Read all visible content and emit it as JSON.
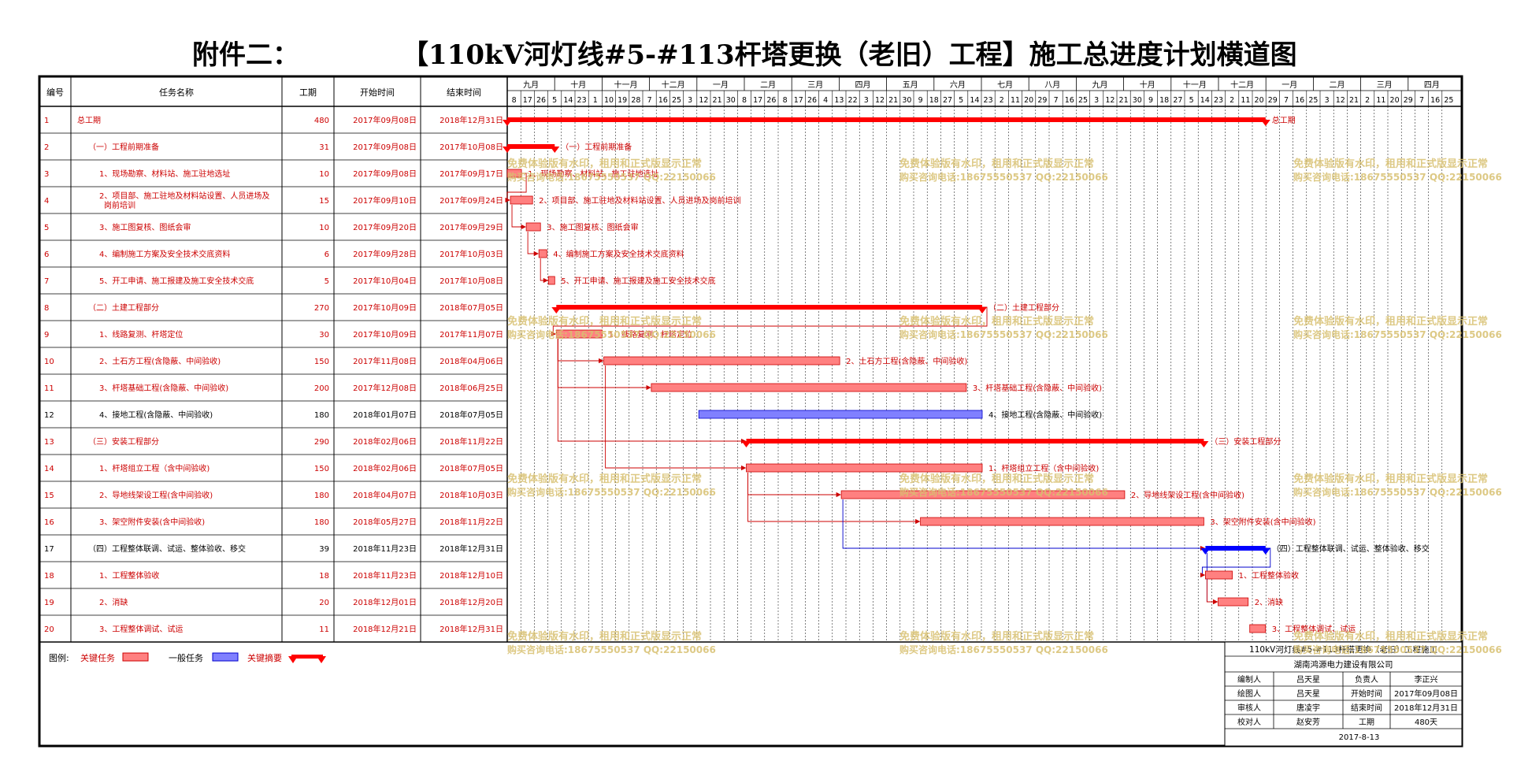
{
  "header": {
    "prefix": "附件二：",
    "title": "【110kV河灯线#5-#113杆塔更换（老旧）工程】施工总进度计划横道图"
  },
  "table": {
    "columns": [
      "编号",
      "任务名称",
      "工期",
      "开始时间",
      "结束时间"
    ]
  },
  "timeline": {
    "months": [
      "九月",
      "十月",
      "十一月",
      "十二月",
      "一月",
      "二月",
      "三月",
      "四月",
      "五月",
      "六月",
      "七月",
      "八月",
      "九月",
      "十月",
      "十一月",
      "十二月",
      "一月",
      "二月",
      "三月",
      "四月"
    ],
    "days": [
      "8",
      "17",
      "26",
      "5",
      "14",
      "23",
      "1",
      "10",
      "19",
      "28",
      "7",
      "16",
      "25",
      "3",
      "12",
      "21",
      "30",
      "8",
      "17",
      "26",
      "8",
      "17",
      "26",
      "4",
      "13",
      "22",
      "3",
      "12",
      "21",
      "30",
      "9",
      "18",
      "27",
      "5",
      "14",
      "23",
      "2",
      "11",
      "20",
      "29",
      "7",
      "16",
      "25",
      "3",
      "12",
      "21",
      "30",
      "9",
      "18",
      "27",
      "5",
      "14",
      "23",
      "2",
      "11",
      "20",
      "29",
      "7",
      "16",
      "25",
      "3",
      "12",
      "21",
      "2",
      "11",
      "20",
      "29",
      "7",
      "16",
      "25"
    ]
  },
  "colors": {
    "critical": "#ff0000",
    "critical_bar": "#ff8080",
    "general_bar": "#8080ff",
    "general_summary": "#0000ff",
    "watermark": "#d8c070"
  },
  "chart_data": {
    "type": "gantt",
    "x_axis": {
      "start": "2017-09-08",
      "end": "2019-04-30"
    },
    "tasks": [
      {
        "id": "1",
        "name": "总工期",
        "duration": "480",
        "start": "2017年09月08日",
        "end": "2018年12月31日",
        "bar_start": "2017-09-08",
        "bar_end": "2018-12-31",
        "kind": "summary",
        "critical": true,
        "label": "总工期",
        "indent": 0
      },
      {
        "id": "2",
        "name": "（一）工程前期准备",
        "duration": "31",
        "start": "2017年09月08日",
        "end": "2017年10月08日",
        "bar_start": "2017-09-08",
        "bar_end": "2017-10-08",
        "kind": "summary",
        "critical": true,
        "label": "（一）工程前期准备",
        "indent": 1
      },
      {
        "id": "3",
        "name": "1、现场勘察、材料站、施工驻地选址",
        "duration": "10",
        "start": "2017年09月08日",
        "end": "2017年09月17日",
        "bar_start": "2017-09-08",
        "bar_end": "2017-09-17",
        "kind": "task",
        "critical": true,
        "label": "1、现场勘察、材料站、施工驻地选址",
        "indent": 2
      },
      {
        "id": "4",
        "name": "2、项目部、施工驻地及材料站设置、人员进场及岗前培训",
        "duration": "15",
        "start": "2017年09月10日",
        "end": "2017年09月24日",
        "bar_start": "2017-09-10",
        "bar_end": "2017-09-24",
        "kind": "task",
        "critical": true,
        "label": "2、项目部、施工驻地及材料站设置、人员进场及岗前培训",
        "indent": 2
      },
      {
        "id": "5",
        "name": "3、施工图复核、图纸会审",
        "duration": "10",
        "start": "2017年09月20日",
        "end": "2017年09月29日",
        "bar_start": "2017-09-20",
        "bar_end": "2017-09-29",
        "kind": "task",
        "critical": true,
        "label": "3、施工图复核、图纸会审",
        "indent": 2
      },
      {
        "id": "6",
        "name": "4、编制施工方案及安全技术交底资料",
        "duration": "6",
        "start": "2017年09月28日",
        "end": "2017年10月03日",
        "bar_start": "2017-09-28",
        "bar_end": "2017-10-03",
        "kind": "task",
        "critical": true,
        "label": "4、编制施工方案及安全技术交底资料",
        "indent": 2
      },
      {
        "id": "7",
        "name": "5、开工申请、施工报建及施工安全技术交底",
        "duration": "5",
        "start": "2017年10月04日",
        "end": "2017年10月08日",
        "bar_start": "2017-10-04",
        "bar_end": "2017-10-08",
        "kind": "task",
        "critical": true,
        "label": "5、开工申请、施工报建及施工安全技术交底",
        "indent": 2
      },
      {
        "id": "8",
        "name": "（二）土建工程部分",
        "duration": "270",
        "start": "2017年10月09日",
        "end": "2018年07月05日",
        "bar_start": "2017-10-09",
        "bar_end": "2018-07-05",
        "kind": "summary",
        "critical": true,
        "label": "（二）土建工程部分",
        "indent": 1
      },
      {
        "id": "9",
        "name": "1、线路复测、杆塔定位",
        "duration": "30",
        "start": "2017年10月09日",
        "end": "2017年11月07日",
        "bar_start": "2017-10-09",
        "bar_end": "2017-11-07",
        "kind": "task",
        "critical": true,
        "label": "1、线路复测、杆塔定位",
        "indent": 2
      },
      {
        "id": "10",
        "name": "2、土石方工程(含隐蔽、中间验收)",
        "duration": "150",
        "start": "2017年11月08日",
        "end": "2018年04月06日",
        "bar_start": "2017-11-08",
        "bar_end": "2018-04-06",
        "kind": "task",
        "critical": true,
        "label": "2、土石方工程(含隐蔽、中间验收)",
        "indent": 2
      },
      {
        "id": "11",
        "name": "3、杆塔基础工程(含隐蔽、中间验收)",
        "duration": "200",
        "start": "2017年12月08日",
        "end": "2018年06月25日",
        "bar_start": "2017-12-08",
        "bar_end": "2018-06-25",
        "kind": "task",
        "critical": true,
        "label": "3、杆塔基础工程(含隐蔽、中间验收)",
        "indent": 2
      },
      {
        "id": "12",
        "name": "4、接地工程(含隐蔽、中间验收)",
        "duration": "180",
        "start": "2018年01月07日",
        "end": "2018年07月05日",
        "bar_start": "2018-01-07",
        "bar_end": "2018-07-05",
        "kind": "task",
        "critical": false,
        "label": "4、接地工程(含隐蔽、中间验收)",
        "indent": 2
      },
      {
        "id": "13",
        "name": "（三）安装工程部分",
        "duration": "290",
        "start": "2018年02月06日",
        "end": "2018年11月22日",
        "bar_start": "2018-02-06",
        "bar_end": "2018-11-22",
        "kind": "summary",
        "critical": true,
        "label": "（三）安装工程部分",
        "indent": 1
      },
      {
        "id": "14",
        "name": "1、杆塔组立工程（含中间验收)",
        "duration": "150",
        "start": "2018年02月06日",
        "end": "2018年07月05日",
        "bar_start": "2018-02-06",
        "bar_end": "2018-07-05",
        "kind": "task",
        "critical": true,
        "label": "1、杆塔组立工程（含中间验收)",
        "indent": 2
      },
      {
        "id": "15",
        "name": "2、导地线架设工程(含中间验收)",
        "duration": "180",
        "start": "2018年04月07日",
        "end": "2018年10月03日",
        "bar_start": "2018-04-07",
        "bar_end": "2018-10-03",
        "kind": "task",
        "critical": true,
        "label": "2、导地线架设工程(含中间验收)",
        "indent": 2
      },
      {
        "id": "16",
        "name": "3、架空附件安装(含中间验收)",
        "duration": "180",
        "start": "2018年05月27日",
        "end": "2018年11月22日",
        "bar_start": "2018-05-27",
        "bar_end": "2018-11-22",
        "kind": "task",
        "critical": true,
        "label": "3、架空附件安装(含中间验收)",
        "indent": 2
      },
      {
        "id": "17",
        "name": "（四）工程整体联调、试运、整体验收、移交",
        "duration": "39",
        "start": "2018年11月23日",
        "end": "2018年12月31日",
        "bar_start": "2018-11-23",
        "bar_end": "2018-12-31",
        "kind": "summary",
        "critical": false,
        "label": "（四）工程整体联调、试运、整体验收、移交",
        "indent": 1
      },
      {
        "id": "18",
        "name": "1、工程整体验收",
        "duration": "18",
        "start": "2018年11月23日",
        "end": "2018年12月10日",
        "bar_start": "2018-11-23",
        "bar_end": "2018-12-10",
        "kind": "task",
        "critical": true,
        "label": "1、工程整体验收",
        "indent": 2
      },
      {
        "id": "19",
        "name": "2、消缺",
        "duration": "20",
        "start": "2018年12月01日",
        "end": "2018年12月20日",
        "bar_start": "2018-12-01",
        "bar_end": "2018-12-20",
        "kind": "task",
        "critical": true,
        "label": "2、消缺",
        "indent": 2
      },
      {
        "id": "20",
        "name": "3、工程整体调试、试运",
        "duration": "11",
        "start": "2018年12月21日",
        "end": "2018年12月31日",
        "bar_start": "2018-12-21",
        "bar_end": "2018-12-31",
        "kind": "task",
        "critical": true,
        "label": "3、工程整体调试、试运",
        "indent": 2
      }
    ],
    "links": [
      [
        2,
        3
      ],
      [
        3,
        4
      ],
      [
        4,
        5
      ],
      [
        5,
        6
      ],
      [
        7,
        8
      ],
      [
        8,
        9
      ],
      [
        8,
        10
      ],
      [
        8,
        12
      ],
      [
        9,
        13
      ],
      [
        13,
        14
      ],
      [
        13,
        15
      ],
      [
        14,
        16
      ],
      [
        16,
        17
      ],
      [
        16,
        18
      ],
      [
        17,
        18
      ]
    ]
  },
  "legend": {
    "label": "图例:",
    "items": [
      "关键任务",
      "一般任务",
      "关键摘要"
    ]
  },
  "watermark": {
    "line1": "免费体验版有水印，租用和正式版显示正常",
    "line2": "购买咨询电话:18675550537 QQ:22150066"
  },
  "info_box": {
    "project": "110kV河灯线#5-#113杆塔更换（老旧）工程施工",
    "company": "湖南鸿源电力建设有限公司",
    "rows": [
      [
        "编制人",
        "吕天星",
        "负责人",
        "李正兴"
      ],
      [
        "绘图人",
        "吕天星",
        "开始时间",
        "2017年09月08日"
      ],
      [
        "审核人",
        "唐凌宇",
        "结束时间",
        "2018年12月31日"
      ],
      [
        "校对人",
        "赵安芳",
        "工期",
        "480天"
      ]
    ],
    "date": "2017-8-13"
  }
}
